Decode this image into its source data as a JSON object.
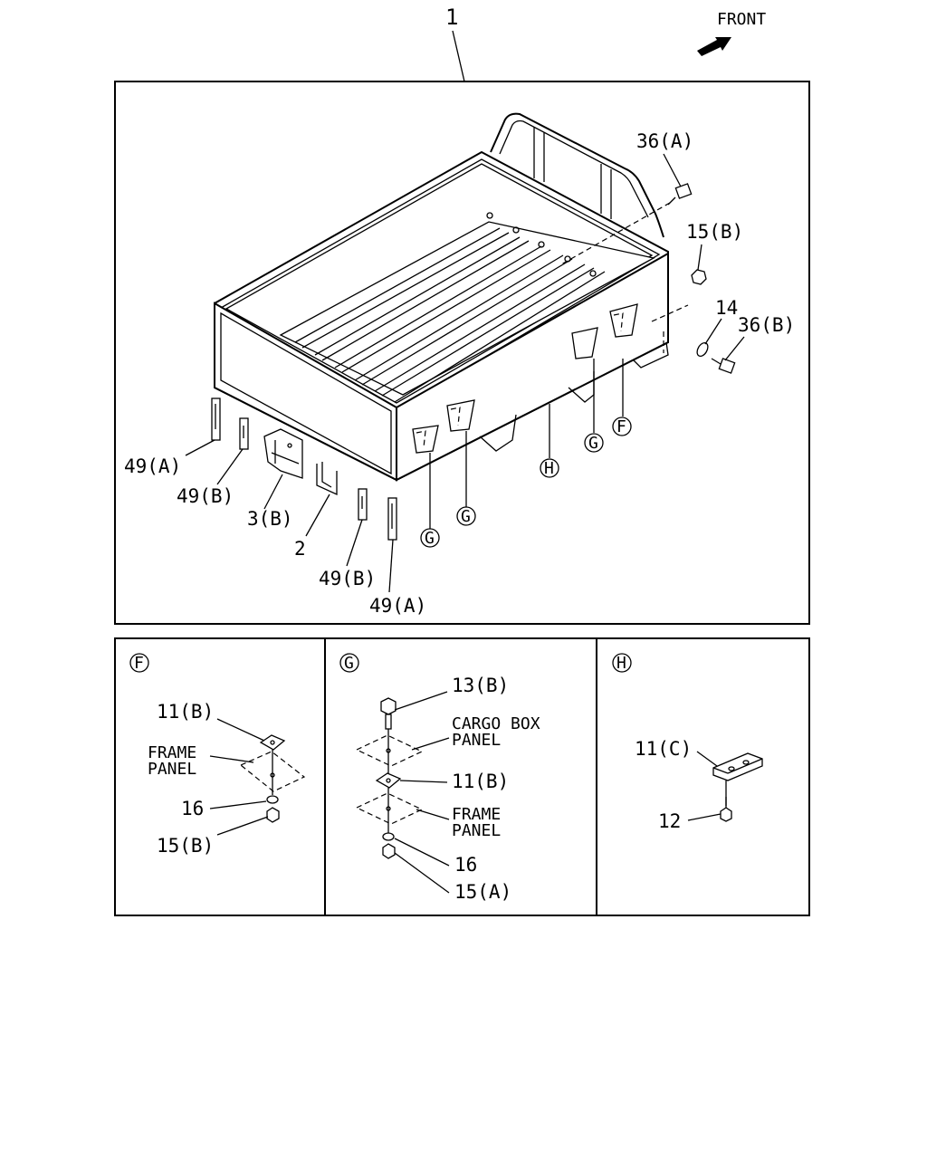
{
  "main_callout": "1",
  "front_label": "FRONT",
  "main_labels": {
    "bolt_36a": "36(A)",
    "nut_15b": "15(B)",
    "washer_14": "14",
    "bolt_36b": "36(B)",
    "clip_49a_left": "49(A)",
    "clip_49b_left": "49(B)",
    "bracket_3b": "3(B)",
    "hook_2": "2",
    "clip_49b_right": "49(B)",
    "clip_49a_right": "49(A)"
  },
  "circled": {
    "f": "F",
    "g": "G",
    "h": "H"
  },
  "detail_f": {
    "plate": "11(B)",
    "frame": "FRAME",
    "panel": "PANEL",
    "washer": "16",
    "nut": "15(B)"
  },
  "detail_g": {
    "bolt": "13(B)",
    "cargo": "CARGO BOX",
    "cargo_panel": "PANEL",
    "plate": "11(B)",
    "frame": "FRAME",
    "frame_panel": "PANEL",
    "washer": "16",
    "nut": "15(A)"
  },
  "detail_h": {
    "bracket": "11(C)",
    "bolt": "12"
  }
}
